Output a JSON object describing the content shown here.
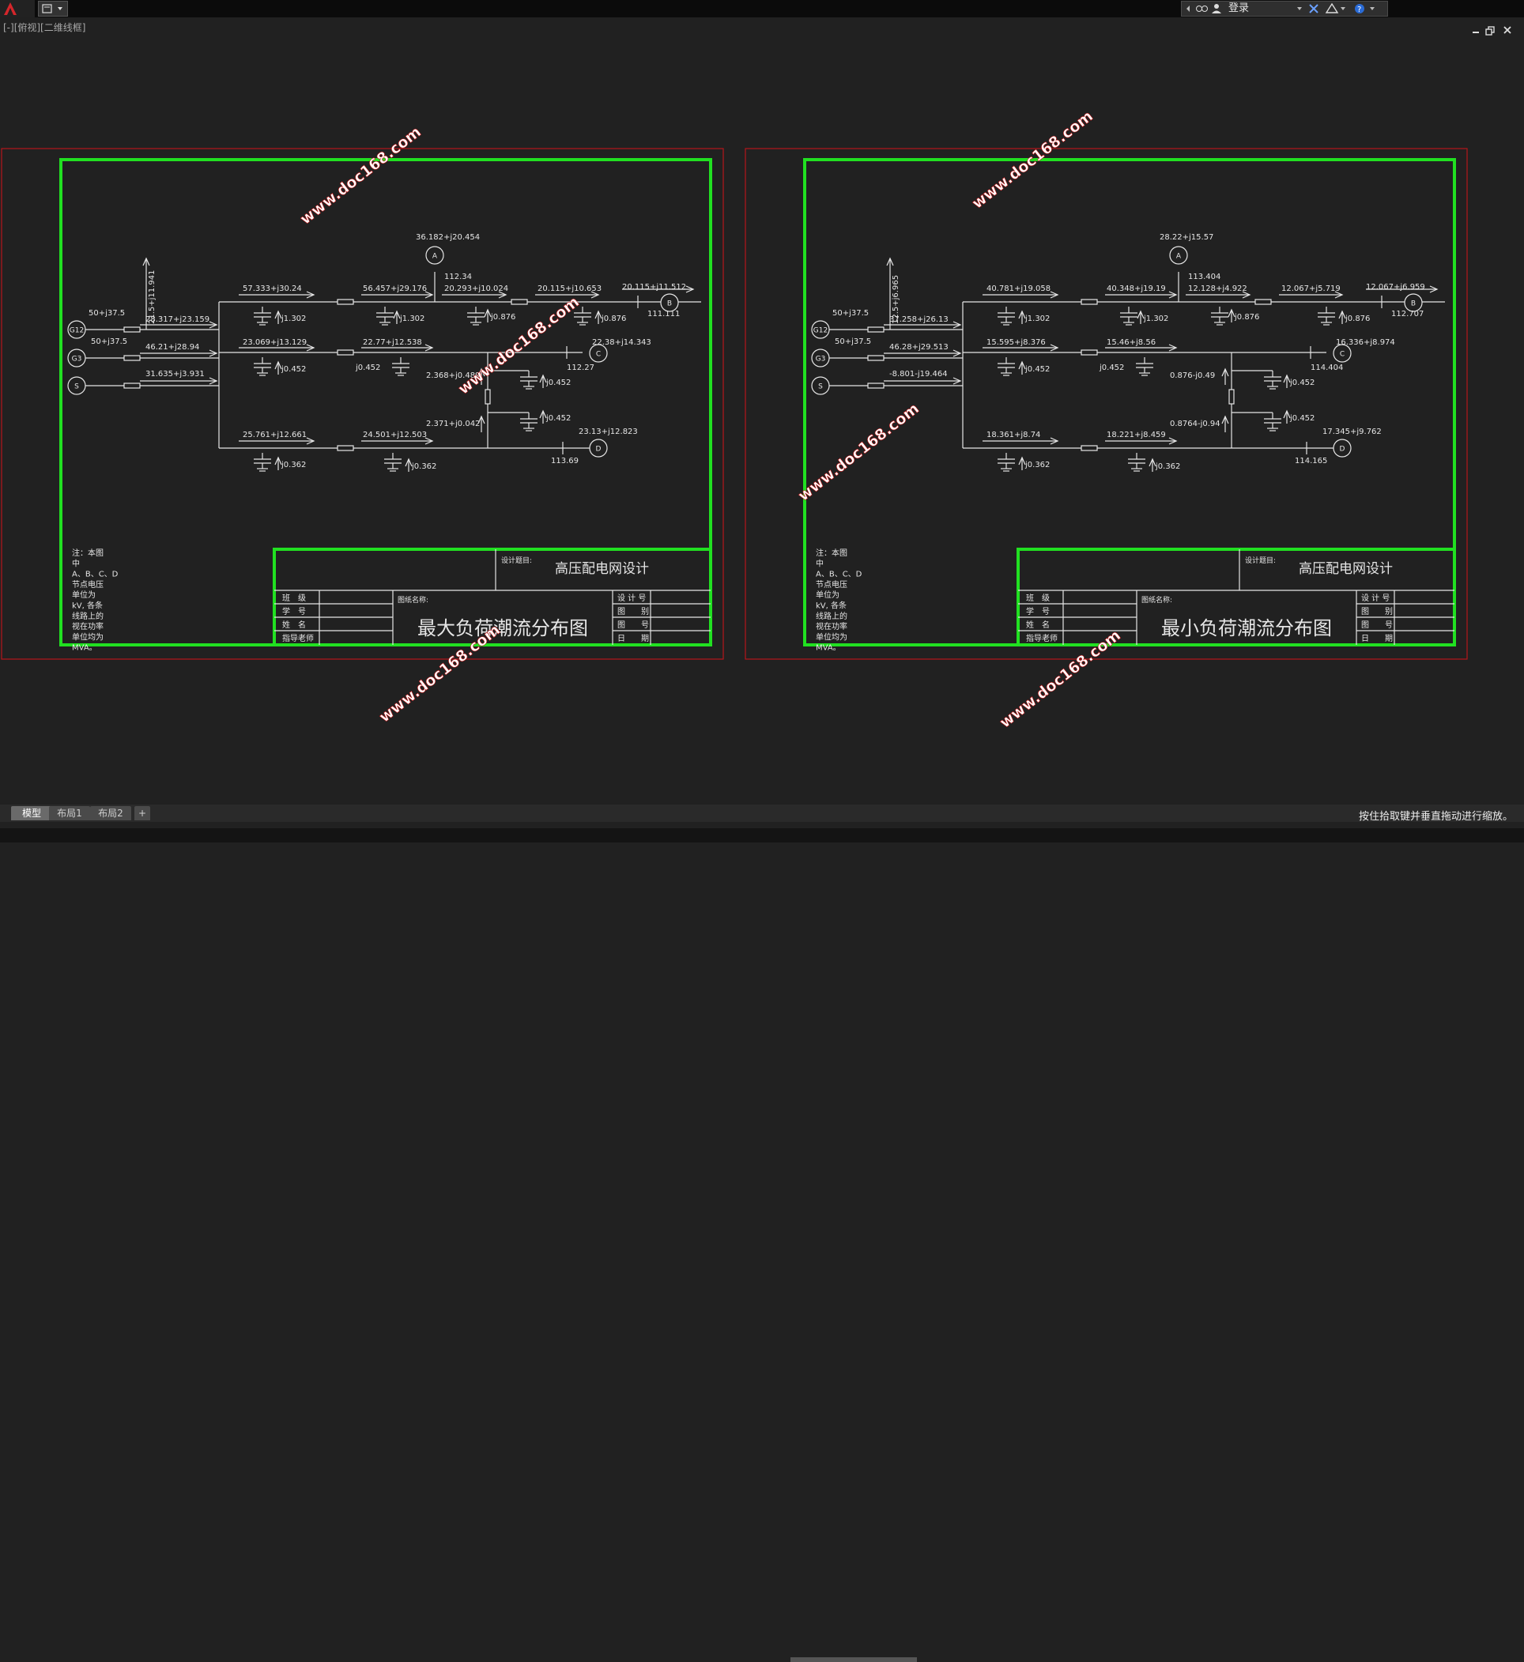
{
  "app": {
    "login_label": "登录",
    "view_label": "[-][俯视][二维线框]"
  },
  "tabs": [
    "模型",
    "布局1",
    "布局2",
    "+"
  ],
  "status_text": "按住拾取键并垂直拖动进行缩放。",
  "watermark": "www.doc168.com",
  "sheet_common": {
    "note_lines": [
      "注：本图",
      "中",
      "A、B、C、D",
      "节点电压",
      "单位为",
      "kV, 各条",
      "线路上的",
      "视在功率",
      "单位均为",
      "MVA。"
    ],
    "design_title_label": "设计题目:",
    "design_title": "高压配电网设计",
    "drawing_name_label": "图纸名称:",
    "left_labels": [
      "班　级",
      "学　号",
      "姓　名",
      "指导老师"
    ],
    "right_labels": [
      "设 计 号",
      "图　　别",
      "图　　号",
      "日　　期"
    ],
    "generators": [
      "G12",
      "G3",
      "S"
    ],
    "gen_power": [
      "50+j37.5",
      "50+j37.5"
    ],
    "capacitors": [
      "j1.302",
      "j1.302",
      "j0.876",
      "j0.876",
      "j0.452",
      "j0.452",
      "j0.452",
      "j0.452",
      "j0.362",
      "j0.362"
    ],
    "nodes": [
      "A",
      "B",
      "C",
      "D"
    ]
  },
  "sheets": [
    {
      "title": "最大负荷潮流分布图",
      "labels": {
        "vertical": "21.5+j11.941",
        "g12_out": "28.317+j23.159",
        "g3_out": "46.21+j28.94",
        "s_out": "31.635+j3.931",
        "a_load": "36.182+j20.454",
        "a_volt": "112.34",
        "l1": "57.333+j30.24",
        "l2": "56.457+j29.176",
        "l3": "20.293+j10.024",
        "l4": "20.115+j10.653",
        "b_load": "20.115+j11.512",
        "b_volt": "111.111",
        "m1": "23.069+j13.129",
        "m2": "22.77+j12.538",
        "c_load": "22.38+j14.343",
        "c_volt": "112.27",
        "tie1": "2.368+j0.489",
        "tie2": "2.371+j0.042",
        "d1": "25.761+j12.661",
        "d2": "24.501+j12.503",
        "d_load": "23.13+j12.823",
        "d_volt": "113.69"
      }
    },
    {
      "title": "最小负荷潮流分布图",
      "labels": {
        "vertical": "12.5+j6.965",
        "g12_out": "37.258+j26.13",
        "g3_out": "46.28+j29.513",
        "s_out": "-8.801-j19.464",
        "a_load": "28.22+j15.57",
        "a_volt": "113.404",
        "l1": "40.781+j19.058",
        "l2": "40.348+j19.19",
        "l3": "12.128+j4.922",
        "l4": "12.067+j5.719",
        "b_load": "12.067+j6.959",
        "b_volt": "112.707",
        "m1": "15.595+j8.376",
        "m2": "15.46+j8.56",
        "c_load": "16.336+j8.974",
        "c_volt": "114.404",
        "tie1": "0.876-j0.49",
        "tie2": "0.8764-j0.94",
        "d1": "18.361+j8.74",
        "d2": "18.221+j8.459",
        "d_load": "17.345+j9.762",
        "d_volt": "114.165"
      }
    }
  ]
}
